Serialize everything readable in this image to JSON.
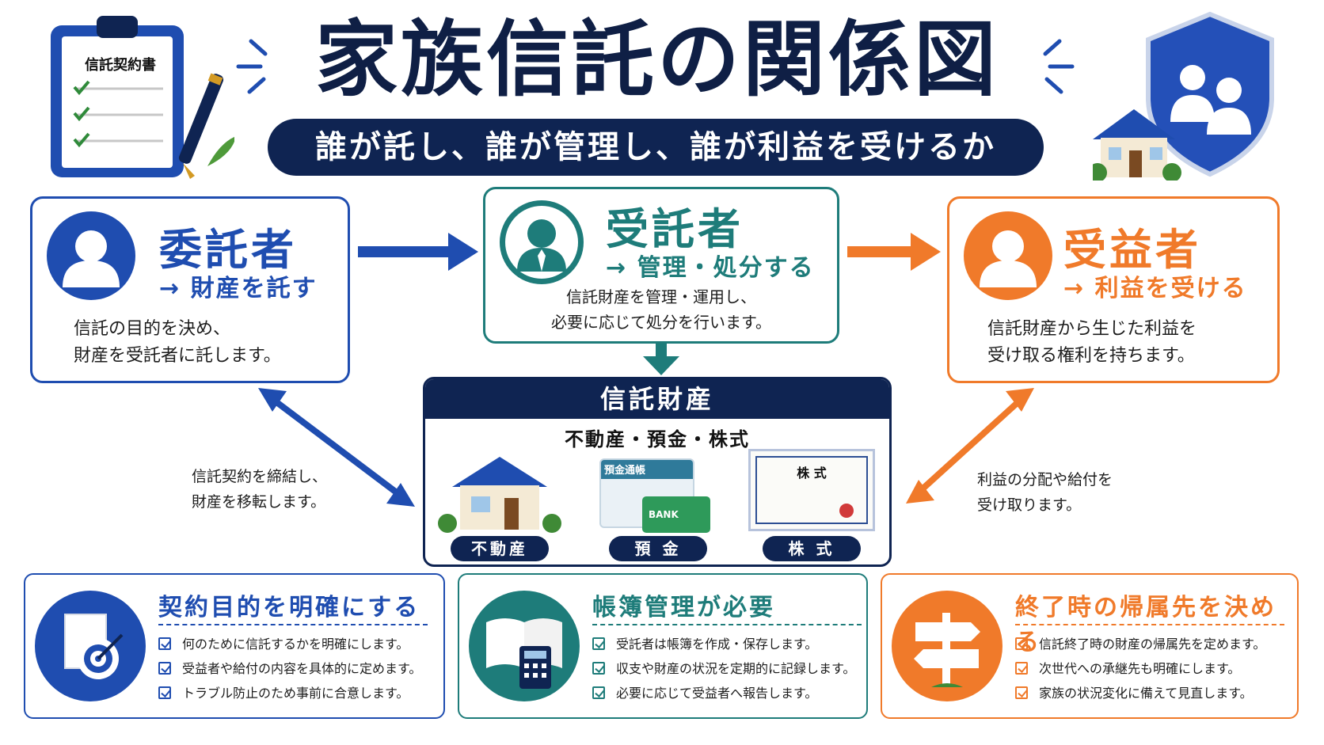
{
  "header": {
    "title": "家族信託の関係図",
    "subtitle": "誰が託し、誰が管理し、誰が利益を受けるか",
    "clipboard_label": "信託契約書"
  },
  "roles": {
    "settlor": {
      "title": "委託者",
      "sub": "→ 財産を託す",
      "desc_line1": "信託の目的を決め、",
      "desc_line2": "財産を受託者に託します。",
      "color": "#1f4db0"
    },
    "trustee": {
      "title": "受託者",
      "sub": "→ 管理・処分する",
      "desc_line1": "信託財産を管理・運用し、",
      "desc_line2": "必要に応じて処分を行います。",
      "color": "#1e7c7a"
    },
    "beneficiary": {
      "title": "受益者",
      "sub": "→ 利益を受ける",
      "desc_line1": "信託財産から生じた利益を",
      "desc_line2": "受け取る権利を持ちます。",
      "color": "#f07a2a"
    }
  },
  "notes": {
    "left_line1": "信託契約を締結し、",
    "left_line2": "財産を移転します。",
    "right_line1": "利益の分配や給付を",
    "right_line2": "受け取ります。"
  },
  "trust_property": {
    "title": "信託財産",
    "items_text": "不動産・預金・株式",
    "real_estate_label": "不動産",
    "deposit_label": "預 金",
    "stock_label": "株 式",
    "passbook_text": "預金通帳",
    "bank_text": "BANK",
    "certificate_text": "株 式"
  },
  "tips": [
    {
      "title": "契約目的を明確にする",
      "items": [
        "何のために信託するかを明確にします。",
        "受益者や給付の内容を具体的に定めます。",
        "トラブル防止のため事前に合意します。"
      ],
      "color": "#1f4db0"
    },
    {
      "title": "帳簿管理が必要",
      "items": [
        "受託者は帳簿を作成・保存します。",
        "収支や財産の状況を定期的に記録します。",
        "必要に応じて受益者へ報告します。"
      ],
      "color": "#1e7c7a"
    },
    {
      "title": "終了時の帰属先を決める",
      "items": [
        "信託終了時の財産の帰属先を定めます。",
        "次世代への承継先も明確にします。",
        "家族の状況変化に備えて見直します。"
      ],
      "color": "#f07a2a"
    }
  ],
  "icons": {
    "clipboard": "clipboard-icon",
    "pen": "pen-icon",
    "shield": "shield-family-icon",
    "house": "house-icon",
    "settlor_avatar": "person-icon",
    "trustee_avatar": "person-tie-icon",
    "beneficiary_avatar": "person-icon",
    "target": "target-icon",
    "ledger": "ledger-calculator-icon",
    "signpost": "signpost-icon"
  }
}
